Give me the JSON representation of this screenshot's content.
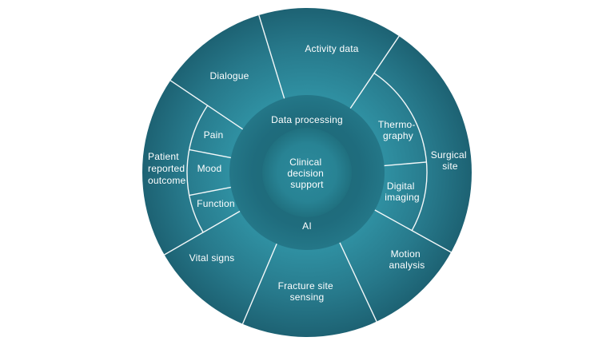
{
  "diagram": {
    "center": {
      "lines": [
        "Clinical",
        "decision",
        "support"
      ]
    },
    "inner_ring": {
      "top": "Data processing",
      "bottom": "AI"
    },
    "segments": {
      "activity_data": {
        "label": "Activity data"
      },
      "dialogue": {
        "label": "Dialogue"
      },
      "thermography": {
        "lines": [
          "Thermo-",
          "graphy"
        ]
      },
      "surgical_site": {
        "lines": [
          "Surgical",
          "site"
        ]
      },
      "digital_imaging": {
        "lines": [
          "Digital",
          "imaging"
        ]
      },
      "motion_analysis": {
        "lines": [
          "Motion",
          "analysis"
        ]
      },
      "fracture_site_sensing": {
        "lines": [
          "Fracture site",
          "sensing"
        ]
      },
      "vital_signs": {
        "label": "Vital signs"
      },
      "function": {
        "label": "Function"
      },
      "mood": {
        "label": "Mood"
      },
      "pain": {
        "label": "Pain"
      },
      "patient_reported_outcome": {
        "lines": [
          "Patient",
          "reported",
          "outcome"
        ]
      }
    },
    "colors": {
      "outer_bright": "#2F8FA1",
      "outer_edge": "#1D6273",
      "ring": "#1F6C7D",
      "inner_circle": "#2B8799",
      "divider": "#FFFFFF",
      "text": "#FFFFFF",
      "background": "#FFFFFF"
    }
  }
}
